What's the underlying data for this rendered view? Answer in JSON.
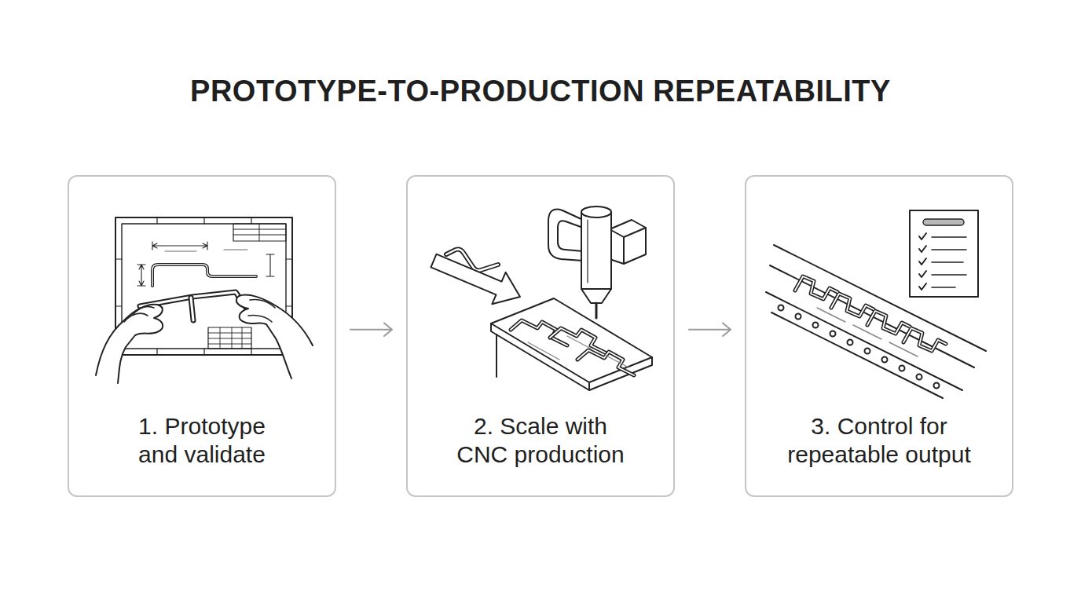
{
  "diagram": {
    "title": "PROTOTYPE-TO-PRODUCTION REPEATABILITY",
    "nodes": [
      {
        "text": [
          "1. Prototype and validate"
        ]
      },
      {
        "text": [
          "2. Scale with CNC production"
        ]
      },
      {
        "text": [
          "3. Control for repeatable output"
        ]
      }
    ],
    "edges": [
      {
        "from": 0,
        "to": 1,
        "arrow": "to"
      },
      {
        "from": 1,
        "to": 2,
        "arrow": "to"
      }
    ]
  }
}
